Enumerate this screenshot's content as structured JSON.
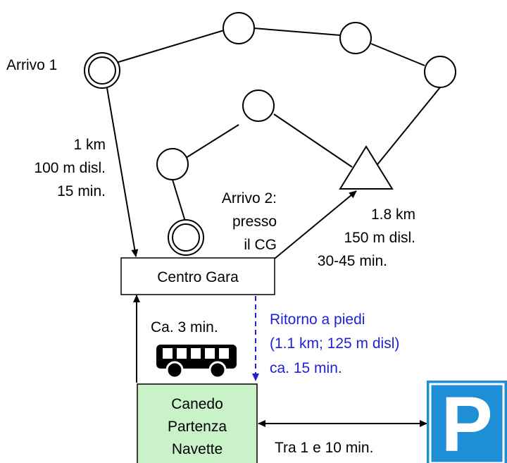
{
  "labels": {
    "arrivo1": "Arrivo 1",
    "arrivo2_line1": "Arrivo 2:",
    "arrivo2_line2": "presso",
    "arrivo2_line3": "il CG",
    "leg1_line1": "1 km",
    "leg1_line2": "100 m disl.",
    "leg1_line3": "15 min.",
    "leg2_line1": "1.8 km",
    "leg2_line2": "150 m disl.",
    "leg2_line3": "30-45 min.",
    "centro_gara": "Centro Gara",
    "bus_time": "Ca. 3 min.",
    "walk_line1": "Ritorno a piedi",
    "walk_line2": "(1.1 km; 125 m disl)",
    "walk_line3": "ca. 15 min.",
    "start_line1": "Canedo",
    "start_line2": "Partenza",
    "start_line3": "Navette",
    "parking_time": "Tra 1 e 10 min.",
    "parking_letter": "P"
  },
  "colors": {
    "walk": "#1f1fd6",
    "start_box": "#c9f2c9",
    "parking": "#1e8fd6"
  },
  "icons": {
    "bus": "bus-icon",
    "parking": "parking-sign-icon"
  }
}
